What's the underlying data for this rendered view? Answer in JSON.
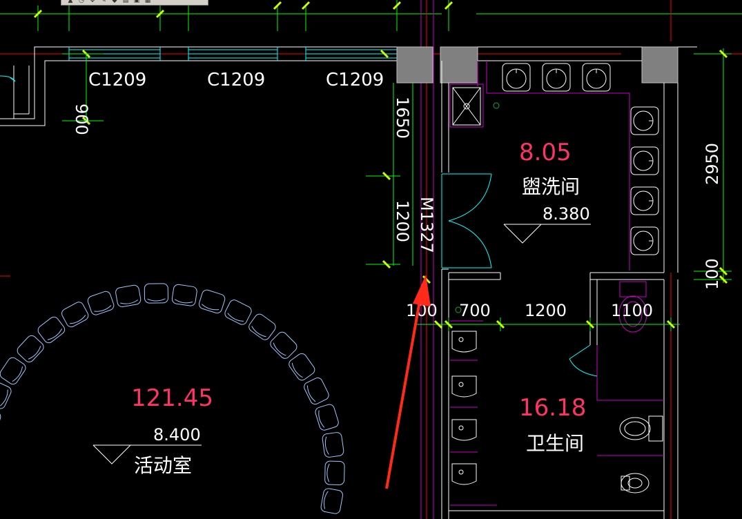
{
  "colors": {
    "background": "#000000",
    "wall": "#ffffff",
    "window": "#00ffff",
    "dimension": "#00ff00",
    "tick": "#c8ff00",
    "area": "#ff3366",
    "partition": "#cc00cc",
    "axis": "#ff0000",
    "column": "#808080",
    "arrow": "#ff2a1a"
  },
  "toolbar": {
    "icons": [
      "select-icon",
      "zoom-icon",
      "pan-icon",
      "pen-icon",
      "brush-icon",
      "layer-icon",
      "save-icon",
      "grid-icon"
    ]
  },
  "windows": {
    "labels": [
      "C1209",
      "C1209",
      "C1209"
    ]
  },
  "door": {
    "label": "M1327"
  },
  "dims": {
    "left_window": "900",
    "v_1650": "1650",
    "v_1200": "1200",
    "right_2950": "2950",
    "right_100": "100",
    "bottom_100": "100",
    "bottom_700": "700",
    "bottom_1200": "1200",
    "bottom_1100": "1100"
  },
  "rooms": {
    "washroom": {
      "area": "8.05",
      "name": "盥洗间",
      "elevation": "8.380"
    },
    "activity": {
      "area": "121.45",
      "name": "活动室",
      "elevation": "8.400"
    },
    "toilet": {
      "area": "16.18",
      "name": "卫生间"
    }
  }
}
